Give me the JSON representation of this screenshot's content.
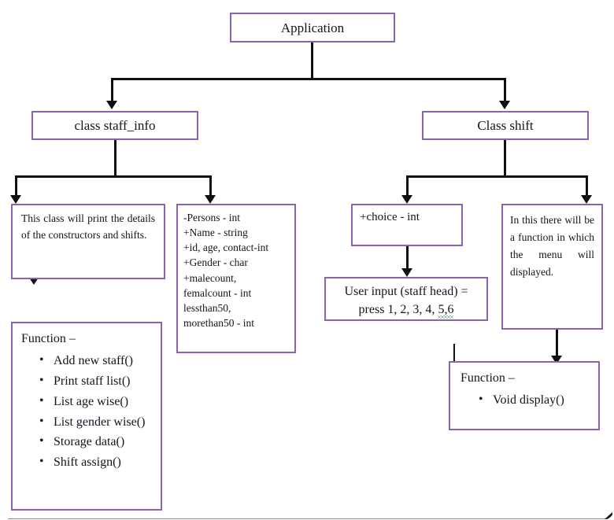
{
  "diagram": {
    "type": "class-hierarchy-diagram",
    "accent_color": "#8a63b0",
    "line_color": "#101010",
    "background": "#ffffff",
    "nodes": {
      "root": {
        "label": "Application"
      },
      "class_staff_info": {
        "label": "class staff_info"
      },
      "class_shift": {
        "label": "Class shift"
      },
      "staff_description": {
        "text": "This class will print the details of the constructors and shifts."
      },
      "staff_attributes": {
        "lines": [
          "-Persons  - int",
          "+Name - string",
          "+id, age, contact-int",
          "+Gender  - char",
          "+malecount,",
          "femalcount - int",
          "lessthan50,",
          "morethan50 - int"
        ]
      },
      "staff_functions": {
        "heading": "Function –",
        "items": [
          "Add new staff()",
          "Print staff list()",
          "List age wise()",
          "List gender wise()",
          "Storage data()",
          "Shift assign()"
        ]
      },
      "shift_attribute": {
        "label": "+choice  - int"
      },
      "user_input": {
        "line1": "User input (staff head) =",
        "line2_prefix": "press 1, 2, 3, 4, ",
        "line2_misspelled": "5,6"
      },
      "shift_description": {
        "text": "In this there will be a function in which the menu will displayed."
      },
      "shift_functions": {
        "heading": "Function –",
        "items": [
          "Void display()"
        ]
      }
    }
  }
}
